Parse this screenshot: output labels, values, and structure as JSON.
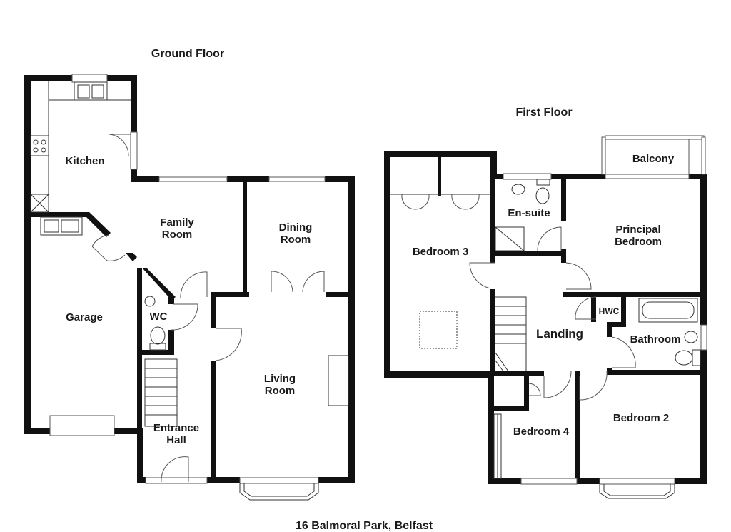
{
  "floors": {
    "ground_title": "Ground Floor",
    "first_title": "First Floor"
  },
  "ground_rooms": {
    "kitchen": "Kitchen",
    "family": [
      "Family",
      "Room"
    ],
    "dining": [
      "Dining",
      "Room"
    ],
    "garage": "Garage",
    "wc": "WC",
    "living": [
      "Living",
      "Room"
    ],
    "hall": [
      "Entrance",
      "Hall"
    ]
  },
  "first_rooms": {
    "balcony": "Balcony",
    "ensuite": "En-suite",
    "principal": [
      "Principal",
      "Bedroom"
    ],
    "bedroom3": "Bedroom 3",
    "hwc": "HWC",
    "landing": "Landing",
    "bathroom": "Bathroom",
    "bedroom2": "Bedroom 2",
    "bedroom4": "Bedroom 4"
  },
  "address": "16 Balmoral Park, Belfast"
}
